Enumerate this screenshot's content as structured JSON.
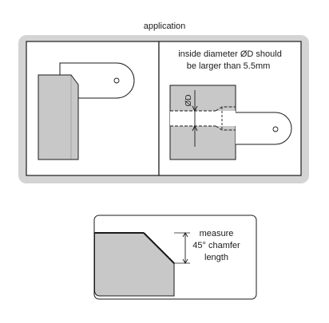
{
  "title": "application",
  "panel_right_note": {
    "line1": "inside diameter ØD should",
    "line2": "be larger than 5.5mm"
  },
  "diameter_label": "ØD",
  "measure_note": {
    "line1": "measure",
    "line2": "45° chamfer",
    "line3": "length"
  },
  "colors": {
    "frame_gray": "#d4d4d4",
    "part_fill": "#c8c8c8",
    "stroke": "#1a1a1a"
  }
}
